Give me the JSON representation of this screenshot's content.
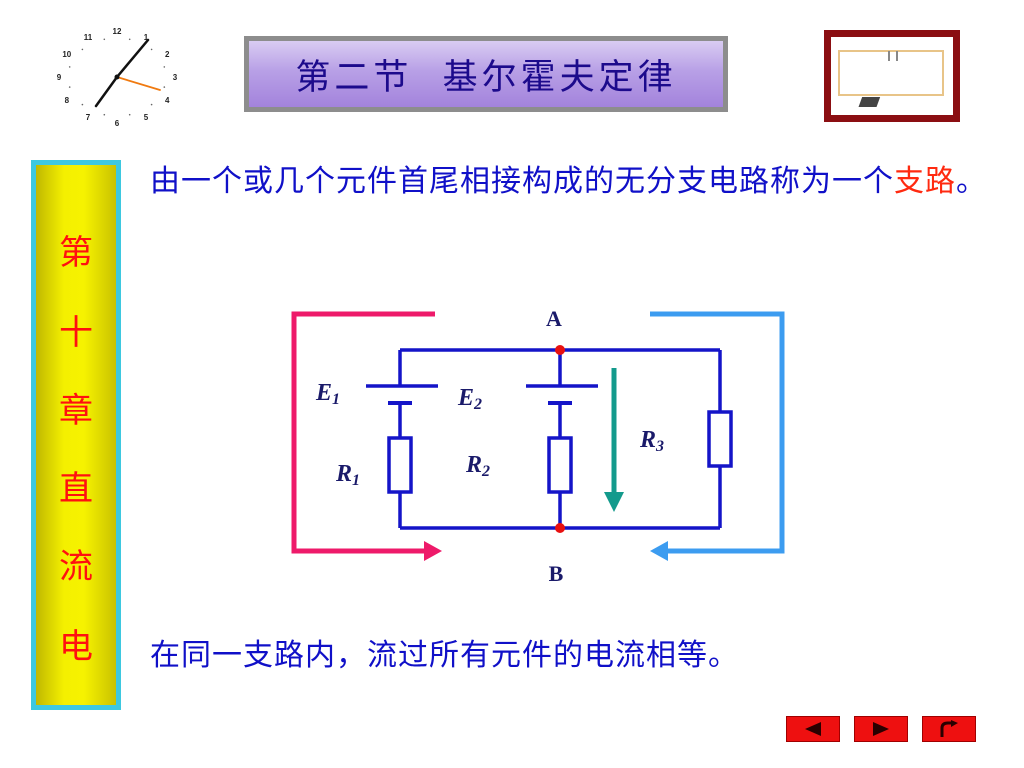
{
  "header": {
    "title": "第二节  基尔霍夫定律",
    "clock": {
      "icon": "clock-icon",
      "numbers": [
        "12",
        "1",
        "2",
        "3",
        "4",
        "5",
        "6",
        "7",
        "8",
        "9",
        "10",
        "11"
      ]
    },
    "picture_icon": "framed-picture-icon"
  },
  "sidebar": {
    "chapter_chars": [
      "第",
      "十",
      "章",
      "直",
      "流",
      "电"
    ]
  },
  "content": {
    "definition_lead": "由一个或几个元件首尾相接构成的无分支电路称为一个",
    "definition_term": "支路",
    "definition_end": "。",
    "conclusion": "在同一支路内，流过所有元件的电流相等。"
  },
  "circuit": {
    "node_top": "A",
    "node_bottom": "B",
    "e1": "E",
    "e1_sub": "1",
    "e2": "E",
    "e2_sub": "2",
    "r1": "R",
    "r1_sub": "1",
    "r2": "R",
    "r2_sub": "2",
    "r3": "R",
    "r3_sub": "3"
  },
  "nav": {
    "prev_icon": "triangle-left-icon",
    "next_icon": "triangle-right-icon",
    "return_icon": "return-arrow-icon"
  },
  "colors": {
    "wire": "#1414c8",
    "branch1_loop": "#ee1a6a",
    "branch3_loop": "#3c9cf0",
    "current_arrow": "#139a8c",
    "node_dot": "#e81010",
    "text_blue": "#1010c8",
    "highlight_red": "#ff2a10"
  }
}
